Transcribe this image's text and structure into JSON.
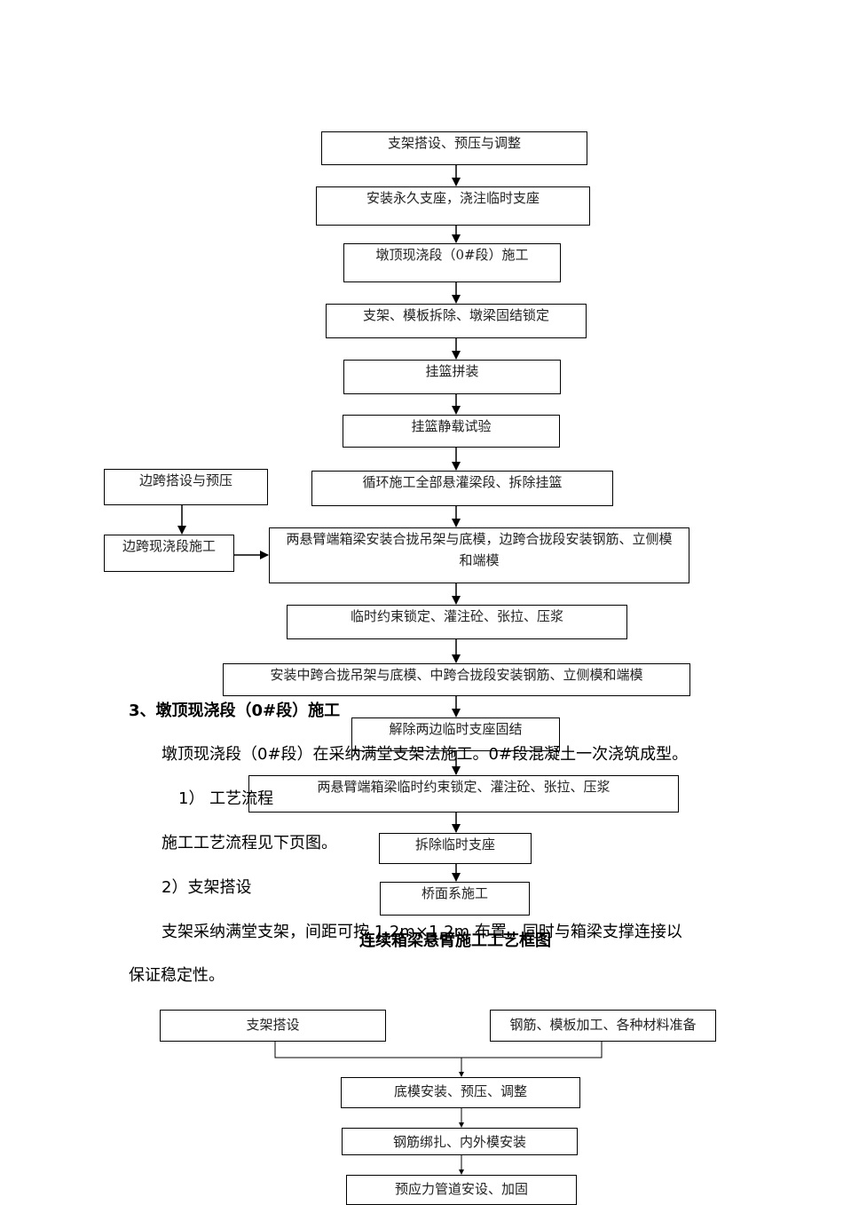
{
  "flowchart1": {
    "steps": [
      "支架搭设、预压与调整",
      "安装永久支座，浇注临时支座",
      "墩顶现浇段（0#段）施工",
      "支架、模板拆除、墩梁固结锁定",
      "挂篮拼装",
      "挂篮静载试验",
      "循环施工全部悬灌梁段、拆除挂篮",
      "两悬臂端箱梁安装合拢吊架与底模，边跨合拢段安装钢筋、立侧模和端模",
      "临时约束锁定、灌注砼、张拉、压浆",
      "安装中跨合拢吊架与底模、中跨合拢段安装钢筋、立侧模和端模",
      "解除两边临时支座固结",
      "两悬臂端箱梁临时约束锁定、灌注砼、张拉、压浆",
      "拆除临时支座",
      "桥面系施工"
    ],
    "side_steps": [
      "边跨搭设与预压",
      "边跨现浇段施工"
    ],
    "caption": "连续箱梁悬臂施工工艺框图"
  },
  "section": {
    "heading": "3、墩顶现浇段（0#段）施工",
    "para1": "墩顶现浇段（0#段）在采纳满堂支架法施工。0#段混凝土一次浇筑成型。",
    "item1": "1）  工艺流程",
    "para2": "施工工艺流程见下页图。",
    "item2": "2）支架搭设",
    "para3_line1": "支架采纳满堂支架，间距可按 1.2m×1.2m 布置，同时与箱梁支撑连接以",
    "para3_line2": "保证稳定性。"
  },
  "flowchart2": {
    "left_top": "支架搭设",
    "right_top": "钢筋、模板加工、各种材料准备",
    "steps": [
      "底模安装、预压、调整",
      "钢筋绑扎、内外模安装",
      "预应力管道安设、加固"
    ]
  }
}
